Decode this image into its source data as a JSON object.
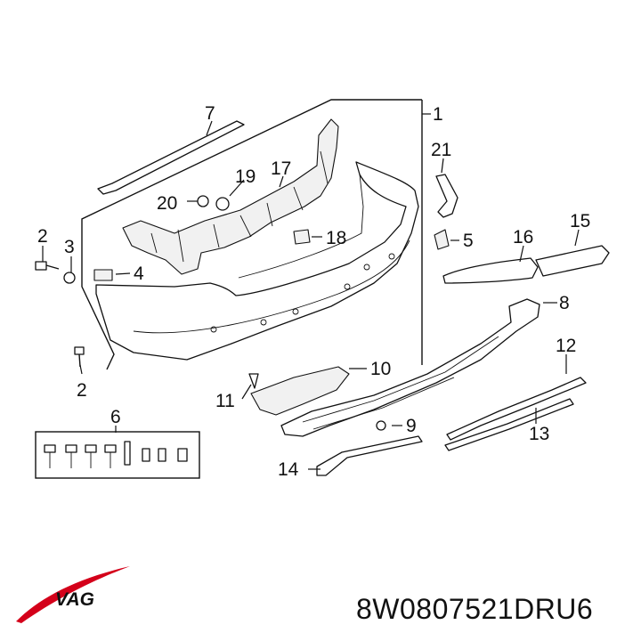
{
  "callouts": {
    "c1": "1",
    "c2a": "2",
    "c2b": "2",
    "c3": "3",
    "c4": "4",
    "c5": "5",
    "c6": "6",
    "c7": "7",
    "c8": "8",
    "c9": "9",
    "c10": "10",
    "c11": "11",
    "c12": "12",
    "c13": "13",
    "c14": "14",
    "c15": "15",
    "c16": "16",
    "c17": "17",
    "c18": "18",
    "c19": "19",
    "c20": "20",
    "c21": "21"
  },
  "brand": {
    "logo_text": "VAG",
    "logo_color": "#d4001a"
  },
  "part_number": "8W0807521DRU6"
}
